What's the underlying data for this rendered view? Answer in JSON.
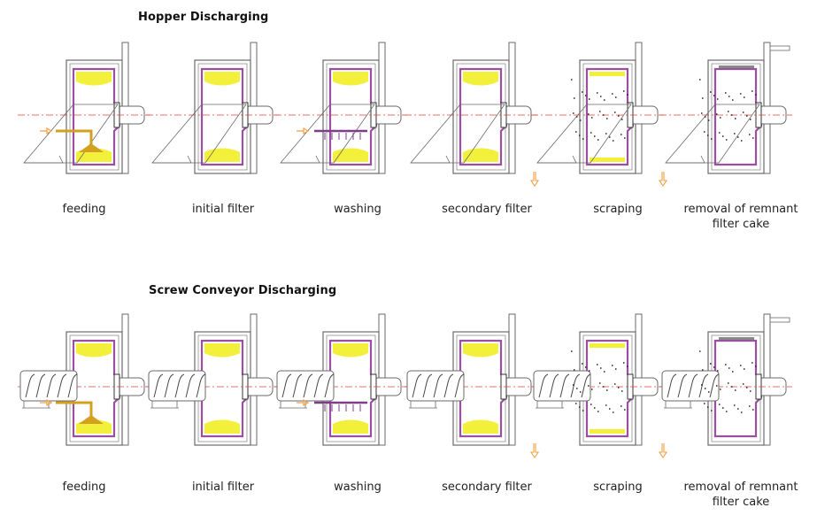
{
  "sections": [
    {
      "title": "Hopper Discharging",
      "discharge": "hopper",
      "steps": [
        {
          "label": "feeding",
          "fill": "thick",
          "inlet": "feed",
          "scraped": false
        },
        {
          "label": "initial filter",
          "fill": "thick",
          "inlet": "none",
          "scraped": false
        },
        {
          "label": "washing",
          "fill": "thick",
          "inlet": "wash",
          "scraped": false
        },
        {
          "label": "secondary filter",
          "fill": "thick",
          "inlet": "none",
          "scraped": false
        },
        {
          "label": "scraping",
          "fill": "thin",
          "inlet": "none",
          "scraped": true
        },
        {
          "label": "removal of remnant filter cake",
          "fill": "none",
          "inlet": "none",
          "scraped": true
        }
      ]
    },
    {
      "title": "Screw Conveyor Discharging",
      "discharge": "screw",
      "steps": [
        {
          "label": "feeding",
          "fill": "thick",
          "inlet": "feed",
          "scraped": false
        },
        {
          "label": "initial filter",
          "fill": "thick",
          "inlet": "none",
          "scraped": false
        },
        {
          "label": "washing",
          "fill": "thick",
          "inlet": "wash",
          "scraped": false
        },
        {
          "label": "secondary filter",
          "fill": "thick",
          "inlet": "none",
          "scraped": false
        },
        {
          "label": "scraping",
          "fill": "thin",
          "inlet": "none",
          "scraped": true
        },
        {
          "label": "removal of remnant filter cake",
          "fill": "none",
          "inlet": "none",
          "scraped": true
        }
      ]
    }
  ],
  "colors": {
    "outline": "#6a6a6a",
    "cake": "#f2f03a",
    "lining": "#9a4fa0",
    "centerline": "#e0413a",
    "arrow": "#f0a040",
    "feed_pipe": "#d4a020",
    "wash": "#7a3f86"
  }
}
